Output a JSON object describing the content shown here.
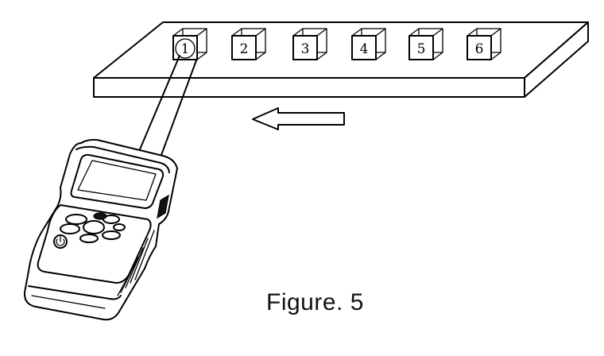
{
  "figure": {
    "caption": "Figure. 5"
  },
  "boxes": [
    {
      "label": "1",
      "circled": true
    },
    {
      "label": "2",
      "circled": false
    },
    {
      "label": "3",
      "circled": false
    },
    {
      "label": "4",
      "circled": false
    },
    {
      "label": "5",
      "circled": false
    },
    {
      "label": "6",
      "circled": false
    }
  ],
  "icons": {
    "direction_arrow": "arrow-left-icon",
    "power_button": "power-icon",
    "device": "handheld-meter-icon"
  }
}
